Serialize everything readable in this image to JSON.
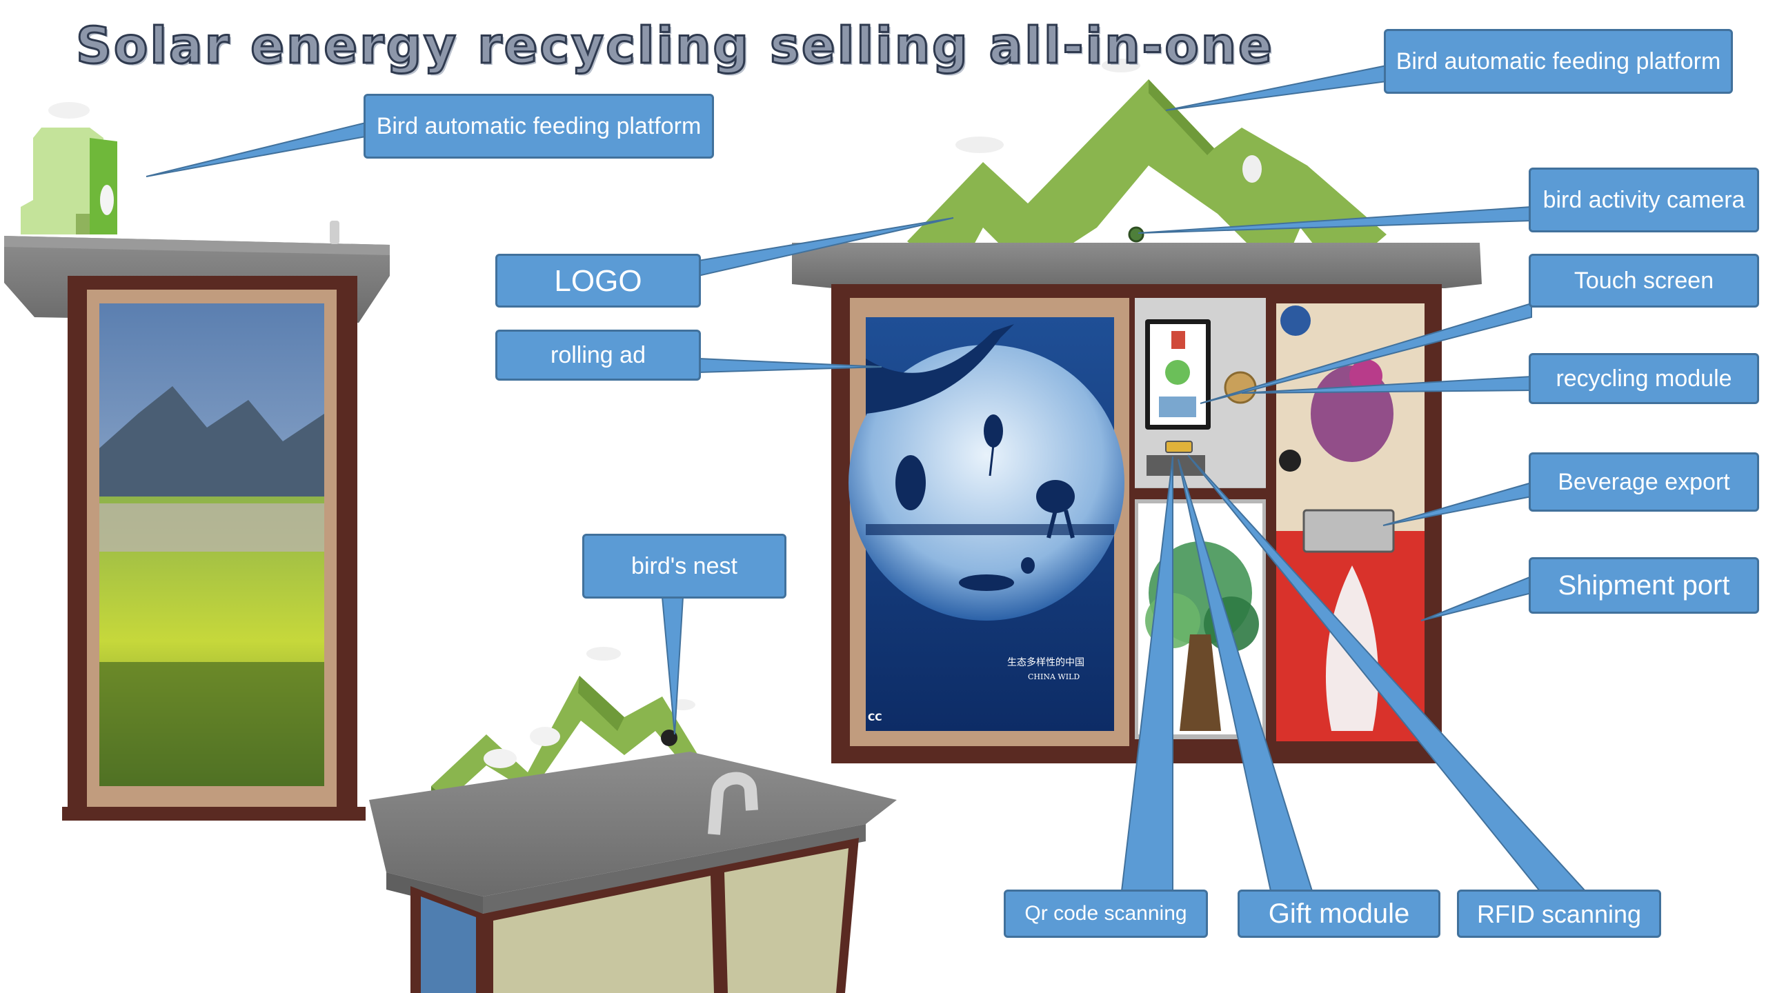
{
  "title": "Solar energy recycling selling all-in-one",
  "callouts": {
    "bird_feeding_left": "Bird automatic feeding platform",
    "bird_feeding_right": "Bird automatic feeding platform",
    "bird_activity_camera": "bird activity camera",
    "logo": "LOGO",
    "rolling_ad": "rolling ad",
    "touch_screen": "Touch screen",
    "recycling_module": "recycling module",
    "beverage_export": "Beverage export",
    "shipment_port": "Shipment port",
    "birds_nest": "bird's nest",
    "qr_code_scanning": "Qr code scanning",
    "gift_module": "Gift module",
    "rfid_scanning": "RFID scanning"
  },
  "poster_text": {
    "line1": "生态多样性的中国",
    "line2": "CHINA WILD",
    "corner": "CC"
  },
  "colors": {
    "callout_fill": "#5b9bd5",
    "callout_border": "#41719c",
    "roof_gray": "#7c7c7c",
    "frame_brown": "#5a2a22",
    "logo_green": "#8ab54e",
    "panel_beige": "#c8c6a0"
  }
}
